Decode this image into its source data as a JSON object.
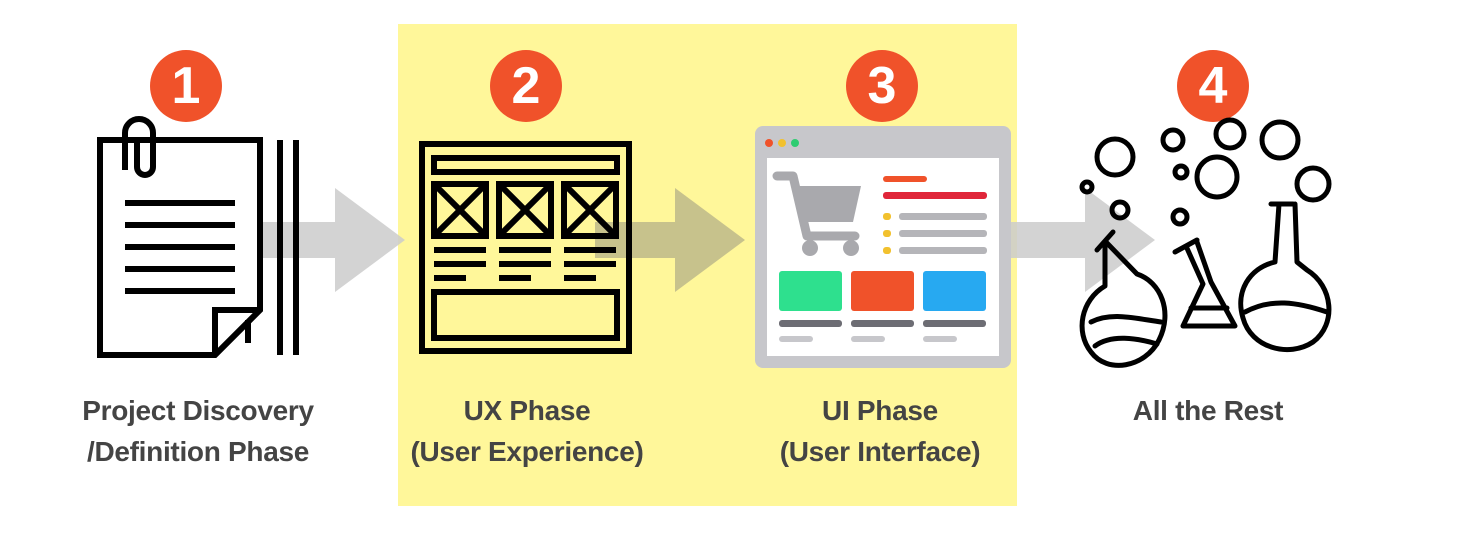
{
  "diagram": {
    "colors": {
      "badge": "#f0522a",
      "highlight": "#fff79a",
      "arrow": "#c8c8c8",
      "label": "#444444"
    },
    "phases": [
      {
        "number": "1",
        "line1": "Project Discovery",
        "line2": "/Definition Phase",
        "icon": "document-icon"
      },
      {
        "number": "2",
        "line1": "UX Phase",
        "line2": "(User Experience)",
        "icon": "wireframe-icon"
      },
      {
        "number": "3",
        "line1": "UI Phase",
        "line2": "(User Interface)",
        "icon": "shop-ui-mockup-icon"
      },
      {
        "number": "4",
        "line1": "All the Rest",
        "line2": "",
        "icon": "flasks-bubbles-icon"
      }
    ],
    "arrows": [
      "arrow-right-icon",
      "arrow-right-icon",
      "arrow-right-icon"
    ],
    "highlight_phases": [
      "2",
      "3"
    ]
  }
}
